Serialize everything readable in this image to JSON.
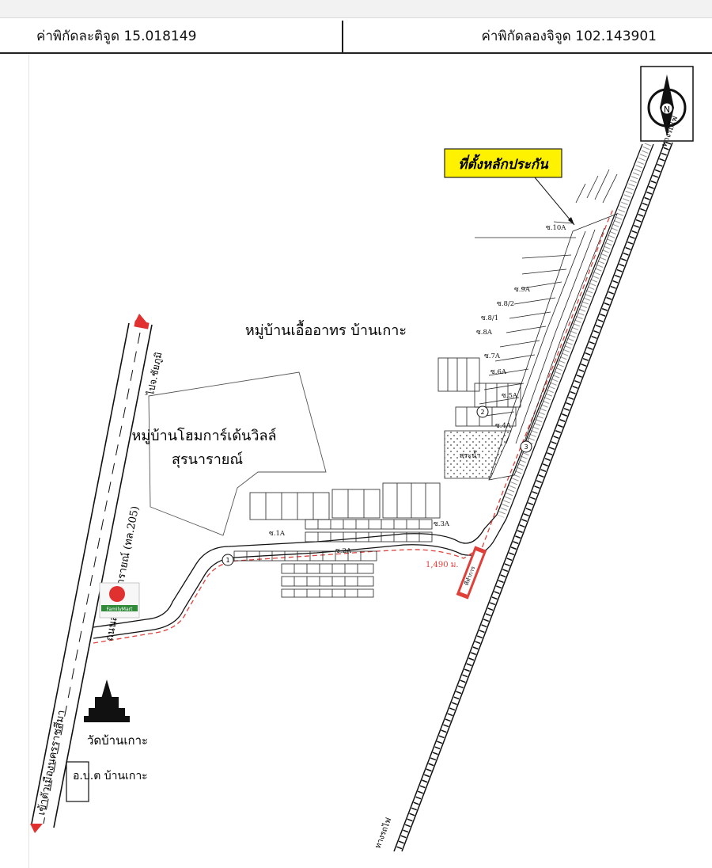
{
  "header": {
    "latitude": "ค่าพิกัดละติจูด 15.018149",
    "longitude": "ค่าพิกัดลองจิจูด 102.143901"
  },
  "map": {
    "compass_letter": "N",
    "callout": "ที่ตั้งหลักประกัน",
    "village_main": "หมู่บ้านเอื้ออาทร บ้านเกาะ",
    "estate_line1": "หมู่บ้านโฮมการ์เด้นวิลล์",
    "estate_line2": "สุรนารายณ์",
    "road_label": "ถนนสายสุรนารายณ์ (ทล.205)",
    "to_north": "ไปจ.ชัยภูมิ",
    "to_south": "เข้าตัวเมืองนครราชสีมา",
    "temple": "วัดบ้านเกาะ",
    "sao": "อ.บ.ต บ้านเกาะ",
    "store": "FamilyMart",
    "distance": "1,490 ม.",
    "soi_labels": [
      "ซ.10A",
      "ซ.9A",
      "ซ.8/2",
      "ซ.8/1",
      "ซ.8A",
      "ซ.7A",
      "ซ.6A",
      "ซ.5A",
      "ซ.4A",
      "ซ.3A",
      "ซ.2A",
      "ซ.1A"
    ],
    "pond": "สระน้ำ",
    "rail_top": "ทางรถไฟ",
    "rail_bottom": "ทางรถไฟ",
    "station": "ที่ทำการ",
    "node_labels": [
      "1",
      "2",
      "3"
    ],
    "colors": {
      "route": "#e0403a",
      "callout_fill": "#fff200",
      "store_red": "#e03030",
      "store_green": "#2f8a3a"
    }
  }
}
